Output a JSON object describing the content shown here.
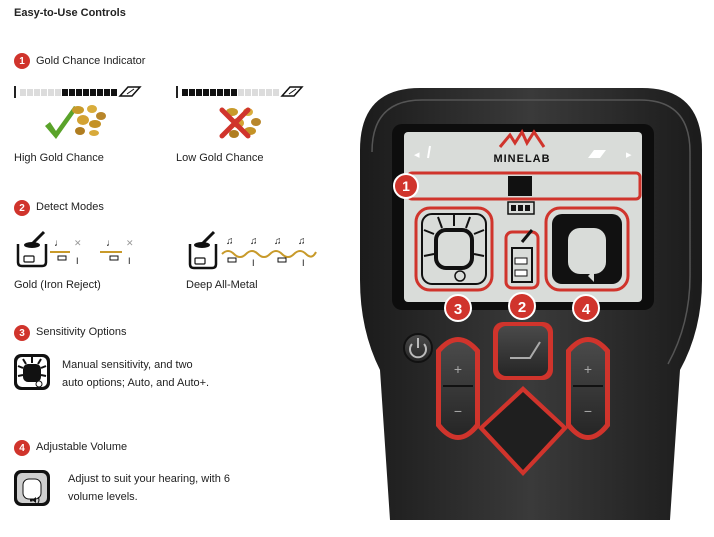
{
  "page": {
    "title": "Easy-to-Use Controls"
  },
  "sections": {
    "gold_chance": {
      "number": "1",
      "heading": "Gold Chance Indicator",
      "high_caption": "High Gold Chance",
      "low_caption": "Low Gold Chance"
    },
    "detect_modes": {
      "number": "2",
      "heading": "Detect Modes",
      "gold_caption": "Gold (Iron Reject)",
      "deep_caption": "Deep All-Metal"
    },
    "sensitivity": {
      "number": "3",
      "heading": "Sensitivity Options",
      "text_line1": "Manual sensitivity, and two",
      "text_line2": "auto options; Auto, and Auto+."
    },
    "volume": {
      "number": "4",
      "heading": "Adjustable Volume",
      "text_line1": "Adjust to suit your hearing, with 6",
      "text_line2": "volume levels."
    }
  },
  "device": {
    "brand": "MINELAB",
    "callouts": [
      "1",
      "2",
      "3",
      "4"
    ],
    "plus_symbol": "+",
    "minus_symbol": "−"
  },
  "colors": {
    "accent_red": "#d0342c",
    "check_green": "#5aa32a",
    "gold": "#c89a2a",
    "lcd": "#d9dcd9",
    "body_dark": "#2a2a2a"
  },
  "icons": {
    "check": "check-icon",
    "cross": "cross-icon",
    "power": "power-icon"
  }
}
